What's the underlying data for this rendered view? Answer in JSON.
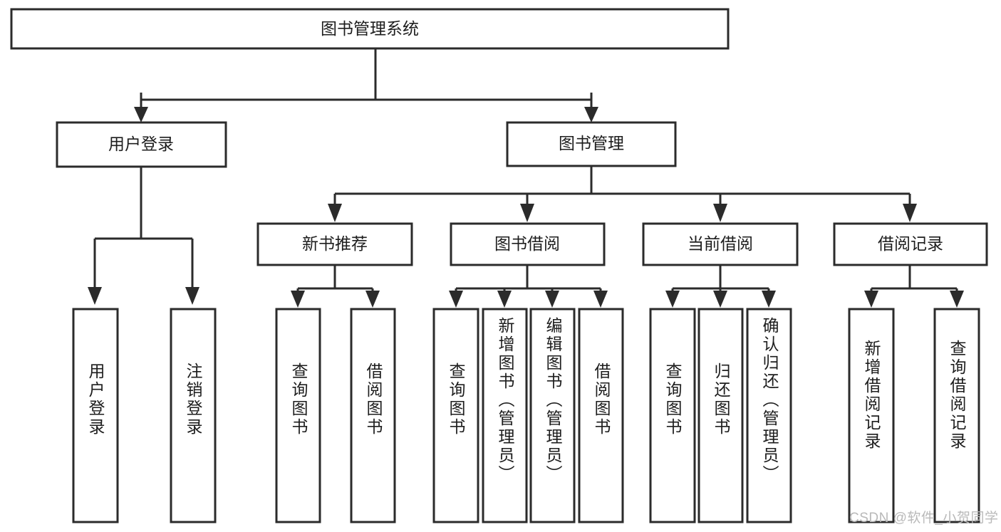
{
  "diagram": {
    "type": "tree-hierarchy-flowchart",
    "title_node": {
      "label": "图书管理系统",
      "level": 1
    },
    "level2": [
      {
        "id": "user-login",
        "label": "用户登录"
      },
      {
        "id": "book-management",
        "label": "图书管理"
      }
    ],
    "level3": [
      {
        "id": "new-book-recommend",
        "label": "新书推荐",
        "parent": "book-management"
      },
      {
        "id": "book-borrow",
        "label": "图书借阅",
        "parent": "book-management"
      },
      {
        "id": "current-borrow",
        "label": "当前借阅",
        "parent": "book-management"
      },
      {
        "id": "borrow-record",
        "label": "借阅记录",
        "parent": "book-management"
      }
    ],
    "leaves": {
      "user-login": [
        {
          "id": "leaf-user-login",
          "label": "用户登录"
        },
        {
          "id": "leaf-user-logout",
          "label": "注销登录"
        }
      ],
      "new-book-recommend": [
        {
          "id": "leaf-query-book-1",
          "label": "查询图书"
        },
        {
          "id": "leaf-borrow-book-1",
          "label": "借阅图书"
        }
      ],
      "book-borrow": [
        {
          "id": "leaf-query-book-2",
          "label": "查询图书"
        },
        {
          "id": "leaf-add-book",
          "label": "新增图书（管理员）"
        },
        {
          "id": "leaf-edit-book",
          "label": "编辑图书（管理员）"
        },
        {
          "id": "leaf-borrow-book-2",
          "label": "借阅图书"
        }
      ],
      "current-borrow": [
        {
          "id": "leaf-query-book-3",
          "label": "查询图书"
        },
        {
          "id": "leaf-return-book",
          "label": "归还图书"
        },
        {
          "id": "leaf-confirm-return",
          "label": "确认归还（管理员）"
        }
      ],
      "borrow-record": [
        {
          "id": "leaf-add-record",
          "label": "新增借阅记录"
        },
        {
          "id": "leaf-query-record",
          "label": "查询借阅记录"
        }
      ]
    }
  },
  "watermark": {
    "text": "CSDN @软件_小贺同学"
  },
  "colors": {
    "box_stroke": "#2b2b2b",
    "box_fill": "#ffffff",
    "text": "#1d1d1d",
    "connector": "#2b2b2b",
    "watermark": "#b9b9b9",
    "background": "#ffffff"
  }
}
